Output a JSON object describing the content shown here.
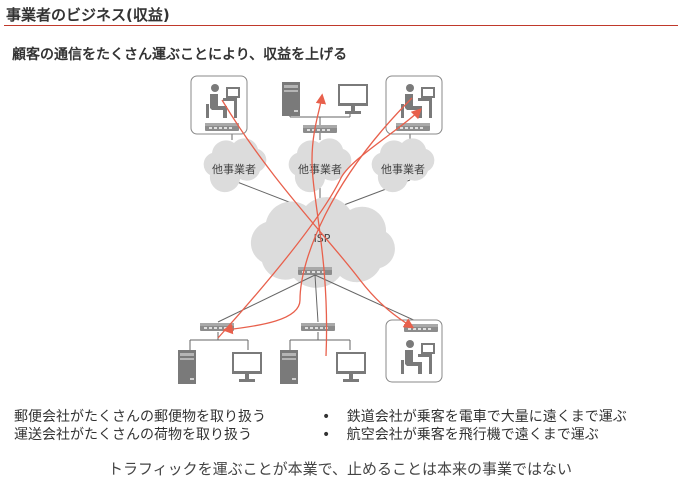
{
  "header": {
    "title": "事業者のビジネス(収益)",
    "subtitle": "顧客の通信をたくさん運ぶことにより、収益を上げる"
  },
  "diagram": {
    "cloud_label": "他事業者",
    "isp_label": "ISP"
  },
  "bullets": {
    "left": [
      "郵便会社がたくさんの郵便物を取り扱う",
      "運送会社がたくさんの荷物を取り扱う"
    ],
    "right": [
      "鉄道会社が乗客を電車で大量に遠くまで運ぶ",
      "航空会社が乗客を飛行機で遠くまで運ぶ"
    ],
    "marker": "•"
  },
  "footer": {
    "note": "トラフィックを運ぶことが本業で、止めることは本来の事業ではない"
  },
  "colors": {
    "accent": "#c0392b",
    "arrow": "#e8604c",
    "cloud": "#dcdcdc",
    "device": "#7f7f7f",
    "line": "#666666"
  }
}
